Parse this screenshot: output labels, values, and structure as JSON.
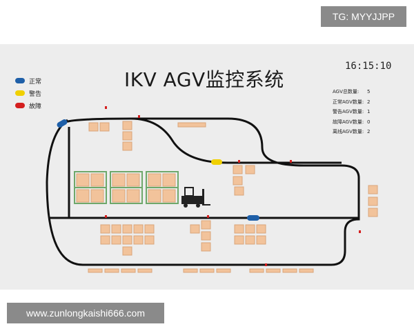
{
  "watermark_top": "TG: MYYJJPP",
  "watermark_bottom": "www.zunlongkaishi666.com",
  "title": "IKV AGV监控系统",
  "clock": "16:15:10",
  "legend": [
    {
      "label": "正常",
      "color": "#1e5fa8"
    },
    {
      "label": "警告",
      "color": "#f0d000"
    },
    {
      "label": "故障",
      "color": "#d41f1f"
    }
  ],
  "stats": [
    {
      "label": "AGV总数量:",
      "value": "5"
    },
    {
      "label": "正常AGV数量:",
      "value": "2"
    },
    {
      "label": "警告AGV数量:",
      "value": "1"
    },
    {
      "label": "故障AGV数量:",
      "value": "0"
    },
    {
      "label": "离线AGV数量:",
      "value": "2"
    }
  ],
  "colors": {
    "track": "#111111",
    "box": "#f2c39b",
    "box_border": "#d9a57a",
    "shelf": "#6ea86a",
    "marker": "#d41f1f",
    "forklift": "#222222"
  },
  "agvs": [
    {
      "status": "normal",
      "color": "#1e5fa8"
    },
    {
      "status": "warning",
      "color": "#f0d000"
    },
    {
      "status": "normal",
      "color": "#1e5fa8"
    }
  ]
}
